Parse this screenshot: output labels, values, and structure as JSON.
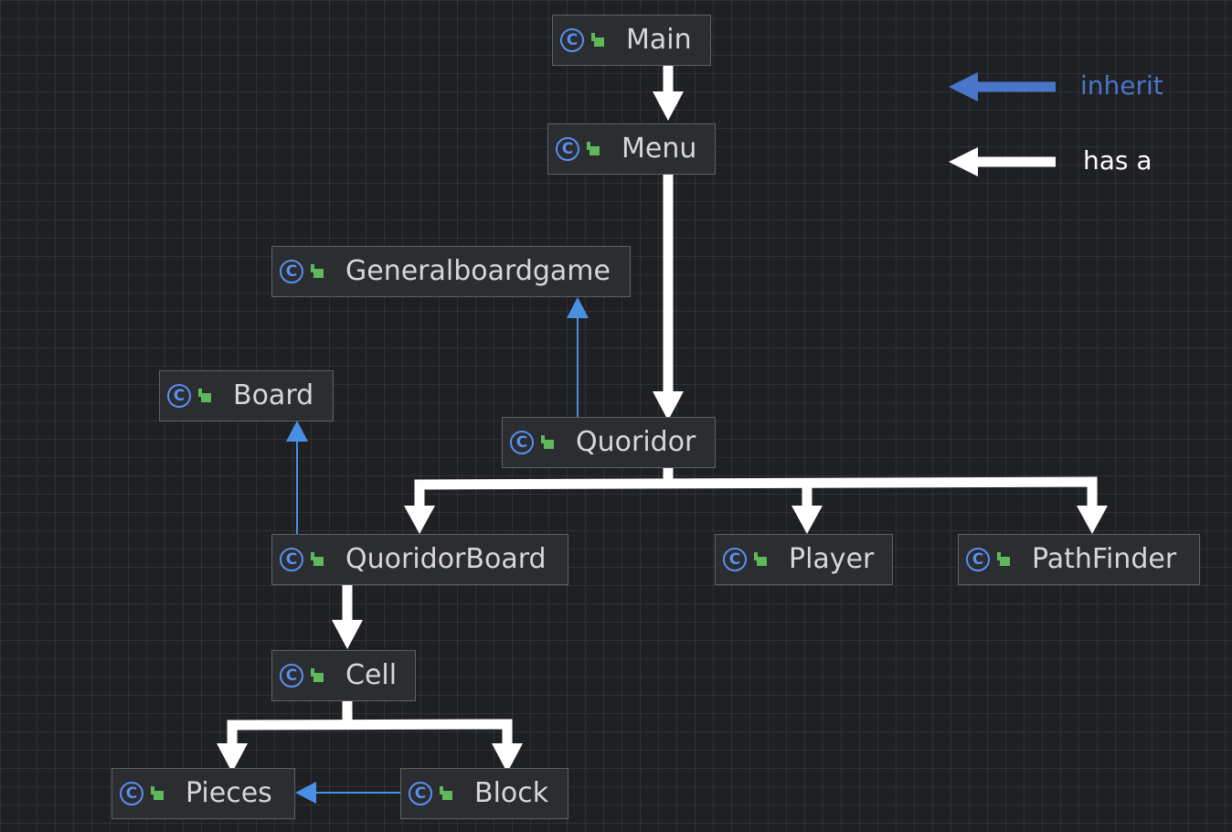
{
  "diagram": {
    "classes": [
      {
        "id": "main",
        "name": "Main"
      },
      {
        "id": "menu",
        "name": "Menu"
      },
      {
        "id": "generalboardgame",
        "name": "Generalboardgame"
      },
      {
        "id": "board",
        "name": "Board"
      },
      {
        "id": "quoridor",
        "name": "Quoridor"
      },
      {
        "id": "quoridorboard",
        "name": "QuoridorBoard"
      },
      {
        "id": "player",
        "name": "Player"
      },
      {
        "id": "pathfinder",
        "name": "PathFinder"
      },
      {
        "id": "cell",
        "name": "Cell"
      },
      {
        "id": "pieces",
        "name": "Pieces"
      },
      {
        "id": "block",
        "name": "Block"
      }
    ],
    "class_icon": "class-c-icon",
    "visibility_icon": "public-visibility-icon",
    "inherit_edges": [
      {
        "from": "quoridor",
        "to": "generalboardgame"
      },
      {
        "from": "quoridorboard",
        "to": "board"
      },
      {
        "from": "block",
        "to": "pieces"
      }
    ],
    "has_a_edges": [
      {
        "from": "main",
        "to": "menu"
      },
      {
        "from": "menu",
        "to": "quoridor"
      },
      {
        "from": "quoridor",
        "to": "quoridorboard"
      },
      {
        "from": "quoridor",
        "to": "player"
      },
      {
        "from": "quoridor",
        "to": "pathfinder"
      },
      {
        "from": "quoridorboard",
        "to": "cell"
      },
      {
        "from": "cell",
        "to": "pieces"
      },
      {
        "from": "cell",
        "to": "block"
      }
    ]
  },
  "legend": {
    "inherit_label": "inherit",
    "has_a_label": "has a",
    "inherit_color": "#4a76c9",
    "has_a_color": "#ffffff"
  },
  "colors": {
    "background": "#1f2023",
    "node_fill": "#2b2d30",
    "node_border": "#5e6166",
    "node_text": "#d6d7da",
    "class_icon": "#5a8ff0",
    "public_icon": "#5fb85a",
    "inherit_line": "#4a90e2"
  }
}
